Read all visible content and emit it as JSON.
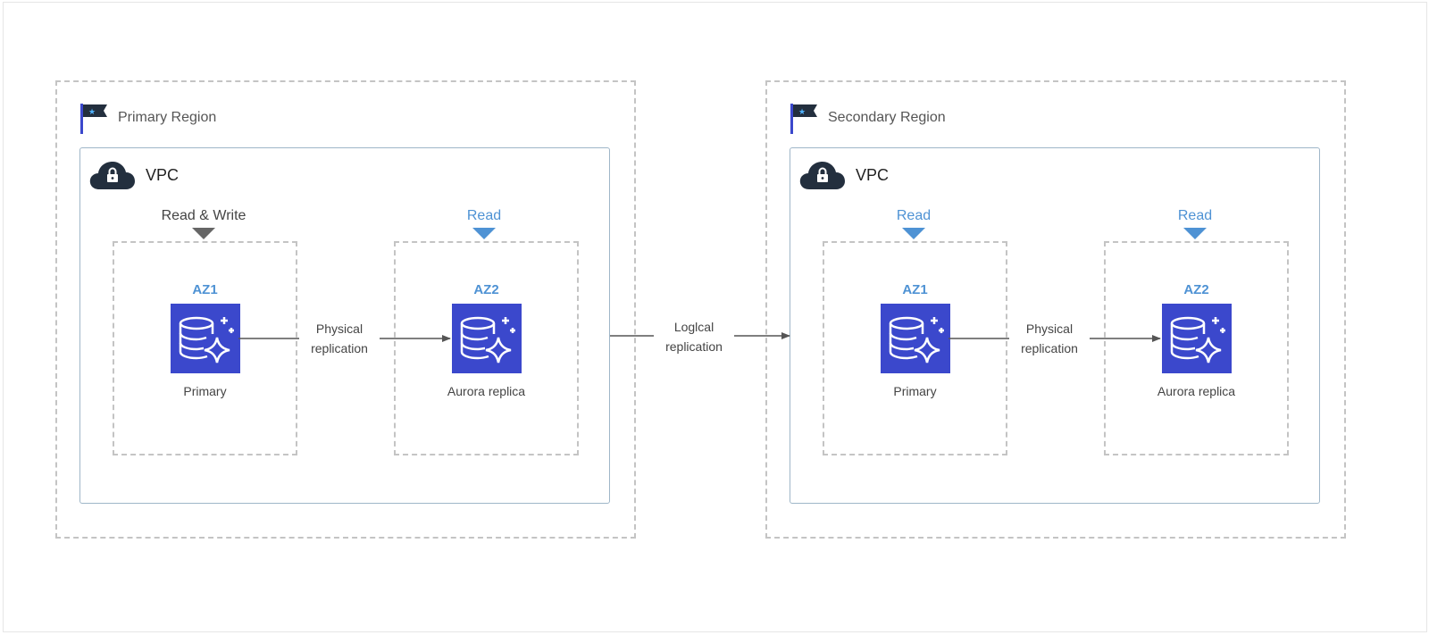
{
  "regions": {
    "primary": {
      "title": "Primary Region",
      "vpc_label": "VPC",
      "zones": [
        {
          "access": "Read & Write",
          "az": "AZ1",
          "db": "Primary"
        },
        {
          "access": "Read",
          "az": "AZ2",
          "db": "Aurora replica"
        }
      ],
      "link": {
        "line1": "Physical",
        "line2": "replication"
      }
    },
    "secondary": {
      "title": "Secondary Region",
      "vpc_label": "VPC",
      "zones": [
        {
          "access": "Read",
          "az": "AZ1",
          "db": "Primary"
        },
        {
          "access": "Read",
          "az": "AZ2",
          "db": "Aurora replica"
        }
      ],
      "link": {
        "line1": "Physical",
        "line2": "replication"
      }
    }
  },
  "cross_region": {
    "line1": "Loglcal",
    "line2": "replication"
  },
  "colors": {
    "db_icon": "#3b48cc",
    "read_accent": "#4e92d4",
    "write_accent": "#666666",
    "vpc_border": "#9fb6c8",
    "dashed_border": "#c4c4c4",
    "flag": "#232f3e",
    "cloud": "#232f3e"
  },
  "icons": [
    "region-flag-icon",
    "vpc-cloud-lock-icon",
    "aurora-database-icon"
  ]
}
